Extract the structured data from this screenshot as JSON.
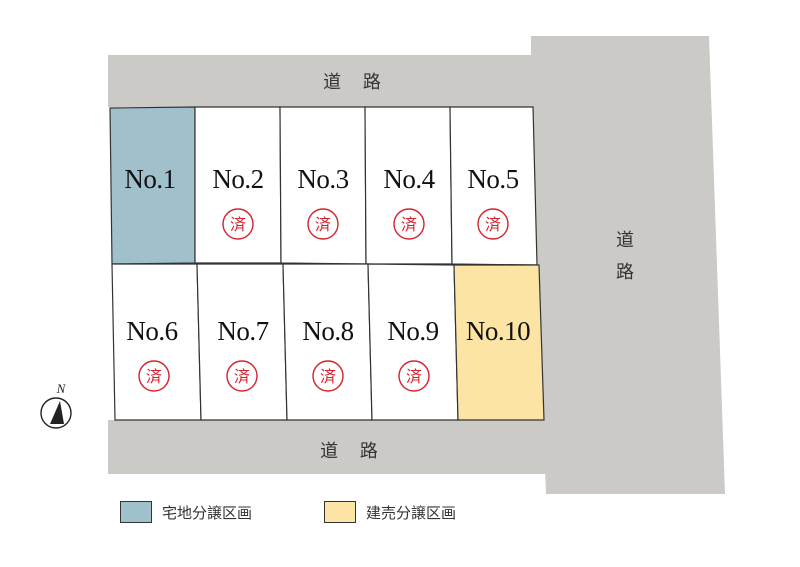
{
  "roads": {
    "top": "道 路",
    "bottom": "道 路",
    "right_top": "道",
    "right_bottom": "路"
  },
  "north": {
    "label": "N"
  },
  "sold_mark": "済",
  "lots": [
    {
      "label": "No.1",
      "status": "residential-land",
      "sold": false
    },
    {
      "label": "No.2",
      "status": "sold",
      "sold": true
    },
    {
      "label": "No.3",
      "status": "sold",
      "sold": true
    },
    {
      "label": "No.4",
      "status": "sold",
      "sold": true
    },
    {
      "label": "No.5",
      "status": "sold",
      "sold": true
    },
    {
      "label": "No.6",
      "status": "sold",
      "sold": true
    },
    {
      "label": "No.7",
      "status": "sold",
      "sold": true
    },
    {
      "label": "No.8",
      "status": "sold",
      "sold": true
    },
    {
      "label": "No.9",
      "status": "sold",
      "sold": true
    },
    {
      "label": "No.10",
      "status": "built-for-sale",
      "sold": false
    }
  ],
  "legend": {
    "residential_land": "宅地分譲区画",
    "built_for_sale": "建売分譲区画"
  },
  "colors": {
    "road": "#cbcac6",
    "residential_land": "#a0c0cc",
    "built_for_sale": "#fbe4a4",
    "sold_mark": "#d4232f",
    "lot_border": "#333333"
  }
}
